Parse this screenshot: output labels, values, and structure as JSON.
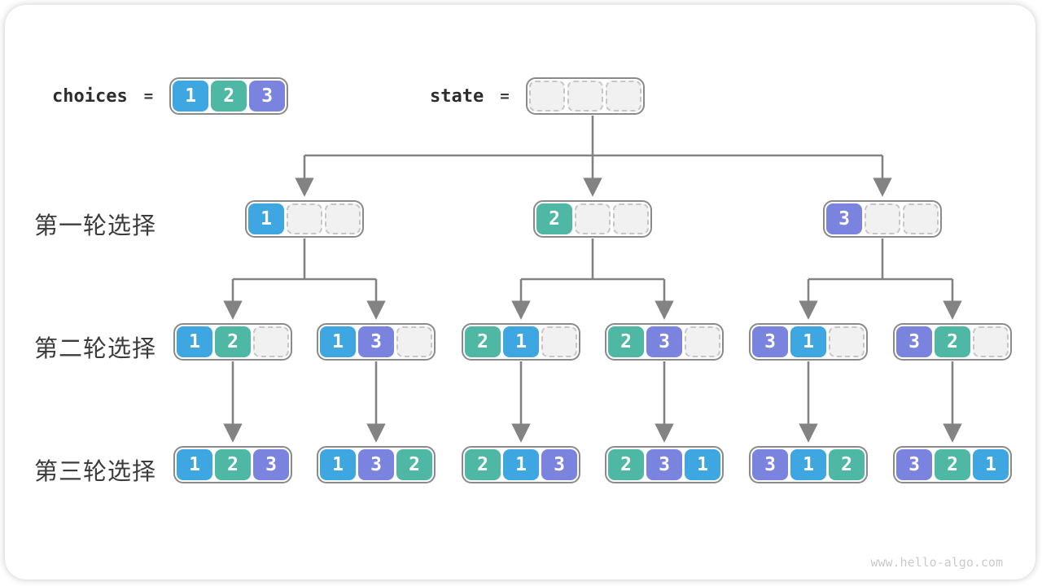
{
  "header": {
    "choices_label": "choices",
    "state_label": "state",
    "equals_sign": "=",
    "choices_cells": [
      "1",
      "2",
      "3"
    ],
    "state_cells": [
      "",
      "",
      ""
    ]
  },
  "rows": [
    {
      "label": "第一轮选择",
      "nodes": [
        [
          "1",
          "",
          ""
        ],
        [
          "2",
          "",
          ""
        ],
        [
          "3",
          "",
          ""
        ]
      ]
    },
    {
      "label": "第二轮选择",
      "nodes": [
        [
          "1",
          "2",
          ""
        ],
        [
          "1",
          "3",
          ""
        ],
        [
          "2",
          "1",
          ""
        ],
        [
          "2",
          "3",
          ""
        ],
        [
          "3",
          "1",
          ""
        ],
        [
          "3",
          "2",
          ""
        ]
      ]
    },
    {
      "label": "第三轮选择",
      "nodes": [
        [
          "1",
          "2",
          "3"
        ],
        [
          "1",
          "3",
          "2"
        ],
        [
          "2",
          "1",
          "3"
        ],
        [
          "2",
          "3",
          "1"
        ],
        [
          "3",
          "1",
          "2"
        ],
        [
          "3",
          "2",
          "1"
        ]
      ]
    }
  ],
  "palette": {
    "1": "#3ea6e0",
    "2": "#4fb8a5",
    "3": "#7a84df"
  },
  "line_color": "#838383",
  "watermark": "www.hello-algo.com"
}
